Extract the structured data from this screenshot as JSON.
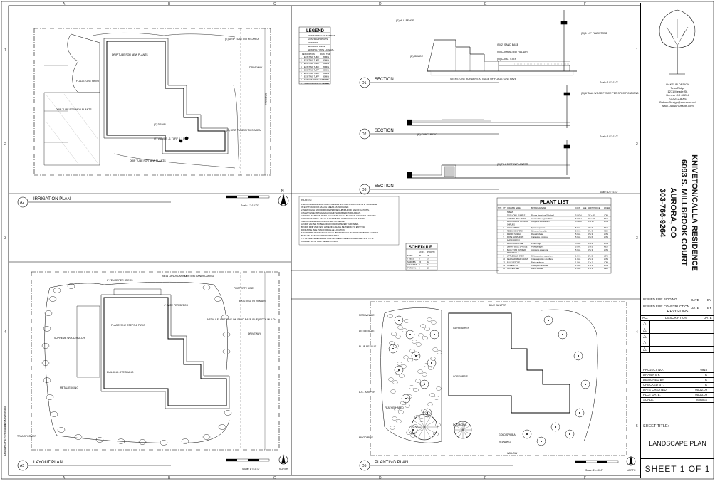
{
  "grid": {
    "cols": [
      "A",
      "B",
      "C",
      "D",
      "E",
      "F"
    ],
    "rows": [
      "1",
      "2",
      "3",
      "4",
      "5"
    ]
  },
  "drawings": {
    "irrigation": {
      "code": "A2",
      "title": "IRRIGATION PLAN",
      "scale": "Scale: 1\"=10'-0\""
    },
    "layout": {
      "code": "A5",
      "title": "LAYOUT PLAN",
      "scale": "Scale: 1\"=10'-0\""
    },
    "section1": {
      "code": "D1",
      "title": "SECTION",
      "scale": "Scale: 1/4\"=1'-0\""
    },
    "section2": {
      "code": "D2",
      "title": "SECTION",
      "scale": "Scale: 1/4\"=1'-0\""
    },
    "section3": {
      "code": "D3",
      "title": "SECTION",
      "scale": "Scale: 1/4\"=1'-0\""
    },
    "planting": {
      "code": "D5",
      "title": "PLANTING PLAN",
      "scale": "Scale: 1\"=10'-0\""
    }
  },
  "north_label": "NORTH",
  "legend": {
    "title": "LEGEND",
    "rows": [
      "NEW SPRINKLER SYSTEM",
      "EXISTING POP UPS",
      "NEW DRIP",
      "NEW DRIP VALVE",
      "NEW POLY PIPE LATERAL"
    ],
    "header": [
      "DESCRIPTION",
      "RUN",
      "TIME"
    ],
    "zones": [
      [
        "1",
        "EXISTING TURF",
        "20 MIN"
      ],
      [
        "2",
        "EXISTING TURF",
        "20 MIN"
      ],
      [
        "3",
        "EXISTING TURF",
        "20 MIN"
      ],
      [
        "4",
        "EXISTING TURF",
        "20 MIN"
      ],
      [
        "5",
        "EXISTING TURF",
        "20 MIN"
      ],
      [
        "6",
        "EXISTING TURF",
        "20 MIN"
      ],
      [
        "7",
        "EXISTING TURF",
        "20 MIN"
      ],
      [
        "8",
        "SHRUBS/ DRIP LOTS 1-2",
        "20 MIN"
      ],
      [
        "9",
        "SHRUBS/ DRIP LOTS 3-4",
        "20 MIN"
      ]
    ]
  },
  "notes": {
    "title": "NOTES:",
    "lines": [
      "1. EXISTING LANDSCAPING TO REMAIN. INSTALL FLAGSTONE IN 2\" SAND BASE",
      "   IN EXISTING ROCK MULCH AREAS AS INDICATED.",
      "2. NEW 6' HIGH WOOD FENCE PER NEIGHBORHOOD SPECIFICATIONS.",
      "3. MAINTAIN EXISTING GRADING IN SHRUB AND TURF AREAS.",
      "4. NEW FLAGSTONE PATIO AND STEPS SHALL BE INSTALLED OVER EXISTING",
      "   CONCRETE PATIO. SET IN 2\" SAND BASE OVER PATIO AND STEPS.",
      "5. EXISTING IRRIGATION SYSTEM TO REMAIN:",
      "   A. NEW VALVES TO BE ADDED FOR WHATEVER TURF AREA.",
      "   B. NEW DRIP AND NEW WATERING SHALL BE TIED IN TO EXISTING",
      "      DRIP ZONE. SEE PLAN FOR VALVE LOCATION.",
      "6. SUPREME WOOD MULCH SHALL BE INSTALLED IN NEW SHRUB AND FLOWER",
      "   BEDS UNLESS OTHERWISE INDICATED.",
      "7. TOP DRESS BED SHALL CONTAIN WEED FREE BOULDERS WITH 6\" TO 12\"",
      "   COBBLES WITH GREY BREEZE FINES."
    ]
  },
  "plant_list": {
    "title": "PLANT LIST",
    "header": [
      "SYM",
      "QTY",
      "COMMON NAME",
      "BOTANICAL NAME",
      "CONT",
      "SIZE",
      "WIDTH/SPACE",
      "WATER"
    ],
    "rows": [
      [
        "",
        "",
        "TREES",
        "",
        "",
        "",
        "",
        ""
      ],
      [
        "",
        "1",
        "DOG HOWL PURPLE",
        "Prunus virginiana 'Schubert'",
        "5 INCH",
        "",
        "20' x 20'",
        "LOW"
      ],
      [
        "",
        "1",
        "AUTUMN BRILLIANCE",
        "Amelanchier x grandiflora",
        "6 INCH",
        "",
        "15' x 15'",
        "MED"
      ],
      [
        "",
        "1",
        "BLUE ARROW JUNIPER",
        "Juniperus scopulorum",
        "6 INCH",
        "",
        "4' x 10'",
        "LOW"
      ],
      [
        "",
        "",
        "SHRUBS",
        "",
        "",
        "",
        "",
        ""
      ],
      [
        "",
        "3",
        "GOLD SPIREA",
        "Spiraea japonica",
        "5 GAL",
        "",
        "3' x 3'",
        "MED"
      ],
      [
        "",
        "2",
        "REDWING SPIREA",
        "Spiraea x bumalda",
        "5 GAL",
        "",
        "3' x 3'",
        "MED"
      ],
      [
        "",
        "4",
        "DWARF SUMAC",
        "Rhus trilobata",
        "5 GAL",
        "",
        "3' x 3'",
        "LOW"
      ],
      [
        "",
        "2",
        "ROSE HAWTHORN",
        "Crataegus ambigua",
        "5 GAL",
        "",
        "4' x 6'",
        "LOW"
      ],
      [
        "",
        "",
        "EVERGREENS",
        "",
        "",
        "",
        "",
        ""
      ],
      [
        "",
        "1",
        "BLUE MUGO PINE",
        "Pinus mugo",
        "5 GAL",
        "",
        "4' x 4'",
        "LOW"
      ],
      [
        "",
        "2",
        "DWARF BLUE SPRUCE",
        "Picea pungens",
        "5 GAL",
        "",
        "5' x 5'",
        "MED"
      ],
      [
        "",
        "3",
        "BLUE STAR JUNIPER",
        "Juniperus squamata",
        "5 GAL",
        "",
        "3' x 3'",
        "LOW"
      ],
      [
        "",
        "",
        "PERENNIALS",
        "",
        "",
        "",
        "",
        ""
      ],
      [
        "",
        "8",
        "LITTLE BLUE STEM",
        "Schizachyrium scoparium",
        "1 GAL",
        "",
        "2' x 2'",
        "LOW"
      ],
      [
        "",
        "10",
        "FEATHER REED GRASS",
        "Calamagrostis x acutiflora",
        "1 GAL",
        "",
        "2' x 2'",
        "LOW"
      ],
      [
        "",
        "12",
        "BLUE FESCUE",
        "Festuca glauca",
        "1 GAL",
        "",
        "1' x 1'",
        "LOW"
      ],
      [
        "",
        "14",
        "COREOPSIS",
        "Coreopsis verticillata",
        "1 GAL",
        "",
        "1' x 1'",
        "LOW"
      ],
      [
        "",
        "10",
        "GAYFEATHER",
        "Liatris spicata",
        "1 GAL",
        "",
        "1' x 1'",
        "MED"
      ]
    ]
  },
  "schedule": {
    "title": "SCHEDULE",
    "header": [
      "",
      "EXIST.",
      "PROP'D"
    ],
    "rows": [
      [
        "TURF",
        "30",
        "29"
      ],
      [
        "TREES",
        "3",
        "3"
      ],
      [
        "SHRUBS",
        "15",
        "18"
      ],
      [
        "GRASSES",
        "3",
        "12"
      ],
      [
        "PERENN.",
        "0",
        "20"
      ]
    ]
  },
  "callouts": {
    "irrigation": [
      "DRIP TUBE FOR NEW PLANTS",
      "FLAGSTONE PATIO",
      "DRIP TUBE FOR NEW PLANTS",
      "(E) DRAIN",
      "(E) VALVES - 1 TURF & 1 DRIP",
      "DRIP TUBE FOR NEW PLANTS",
      "(E) DRIP TUBE IN THIS AREA",
      "(E) DRIP TUBE IN THIS AREA",
      "DRIVEWAY",
      "SIDEWALK"
    ],
    "layout": [
      "6' FENCE PER SPECS",
      "NEW LANDSCAPING",
      "EXISTING LANDSCAPING",
      "PROPERTY LINE",
      "EXISTING TO REMAIN",
      "SUPREME WOOD MULCH",
      "FLAGSTONE STEPS & PATIO",
      "BUILDING OVERHANG",
      "METAL EDGING",
      "TRANSFORMER",
      "INSTALL FLAGSTONE ON SAND BASE IN (E) ROCK MULCH",
      "DRIVEWAY",
      "4' GATE PER SPECS"
    ],
    "sections": [
      "(E) W.L. FENCE",
      "(N) 1 1/2\" FLAGSTONE",
      "(N) 2\" SAND BASE",
      "(E) GRADE",
      "(N) COMPACTED FILL DIRT",
      "(N) CONC. STEP",
      "STEPSTONE BORDERS AT EDGE OF FLAGSTONE PAVE",
      "(N) 6' TALL WOOD FENCE PER SPECIFICATIONS",
      "(E) CONC. PATIO",
      "(N) FILL DIRT IN PLANTER"
    ],
    "planting": [
      "PERIWINKLE",
      "LITTLE BLUE",
      "GAYFEATHER",
      "BLUE FESCUE",
      "COREOPSIS",
      "FEATHER REED",
      "DOG HOWL",
      "BLUE JUNIPER",
      "A.C. JUNIPER",
      "MUGO PINE",
      "GOLD SPIREA",
      "REDWING",
      "WILLOW"
    ]
  },
  "title_block": {
    "firm": [
      "OAKSUN DESIGN",
      "Tess Ridge",
      "1271 Meade St.",
      "Denver CO 80204",
      "720-242-8001",
      "OaksunDesign@comcast.net",
      "www.OaksunDesign.com"
    ],
    "project": [
      "KNIVETON/CALLA RESIDENCE",
      "6093 S. MILLBROOK COURT",
      "AURORA, CO",
      "303-766-9264"
    ],
    "issued_bidding": "ISSUED FOR BIDDING",
    "issued_construction": "ISSUED FOR CONSTRUCTION",
    "date_label": "DATE",
    "by_label": "BY",
    "revisions": "REVISIONS",
    "rev_cols": [
      "NO.",
      "DESCRIPTION",
      "DATE"
    ],
    "info": [
      [
        "PROJECT NO:",
        "0916"
      ],
      [
        "DRAWN BY:",
        "TR"
      ],
      [
        "DESIGNED BY:",
        "TR"
      ],
      [
        "CHECKED BY:",
        "TR"
      ],
      [
        "DATE CREATED:",
        "05.22.09"
      ],
      [
        "PLOT DATE:",
        "05.23.09"
      ],
      [
        "SCALE:",
        "VARIES"
      ]
    ],
    "sheet_title_label": "SHEET TITLE:",
    "sheet_title": "LANDSCAPE PLAN",
    "sheet_number": "SHEET 1 OF 1"
  },
  "side_path": "DRAWING PATH: H:\\OAKSUN\\Kniveton.dwg"
}
